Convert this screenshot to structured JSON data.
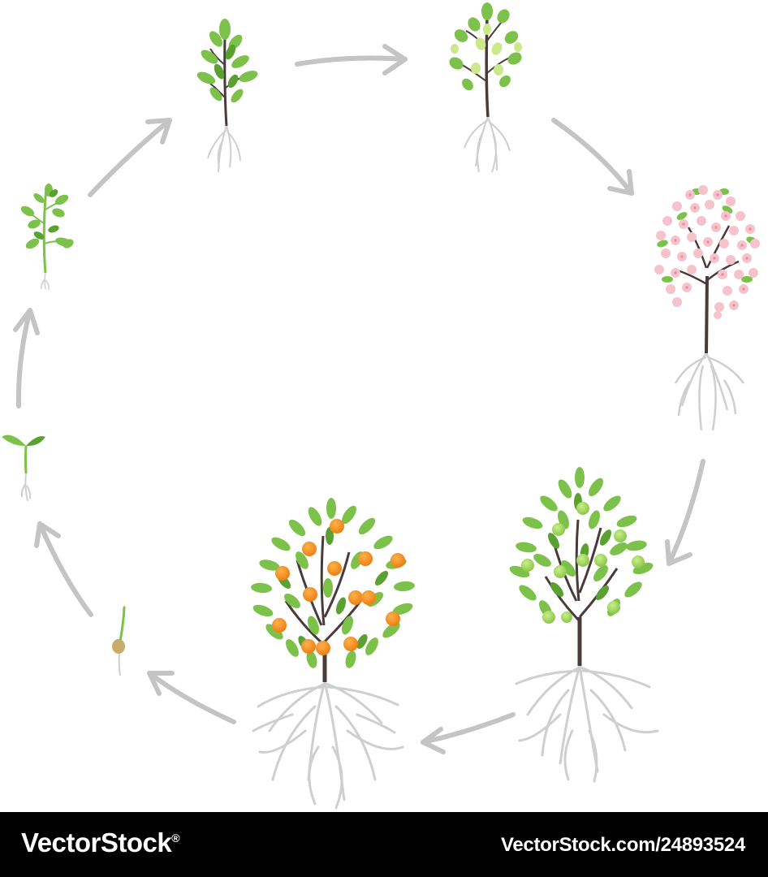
{
  "diagram": {
    "type": "growth-cycle",
    "stages": [
      {
        "name": "seed",
        "icon": "germinating-seed-icon"
      },
      {
        "name": "sprout",
        "icon": "sprout-icon"
      },
      {
        "name": "young-seedling",
        "icon": "seedling-icon"
      },
      {
        "name": "sapling",
        "icon": "sapling-icon"
      },
      {
        "name": "young-tree",
        "icon": "young-tree-icon"
      },
      {
        "name": "flowering-tree",
        "icon": "flowering-tree-icon"
      },
      {
        "name": "tree-with-unripe-fruit",
        "icon": "green-fruit-tree-icon"
      },
      {
        "name": "tree-with-ripe-fruit",
        "icon": "orange-fruit-tree-icon"
      }
    ],
    "colors": {
      "arrow": "#c4c4c4",
      "leaf": "#7cc24a",
      "leaf_dark": "#5aa132",
      "trunk": "#4a3b3b",
      "root": "#cfcfcf",
      "blossom": "#f6c3cc",
      "blossom_center": "#e88fa0",
      "unripe_fruit": "#9ed55a",
      "ripe_fruit": "#f28a1e",
      "seed": "#c8ad6a"
    }
  },
  "footer": {
    "brand": "VectorStock",
    "trademark": "®",
    "stock_id": "VectorStock.com/24893524",
    "background": "#000000",
    "text_color": "#ffffff"
  }
}
